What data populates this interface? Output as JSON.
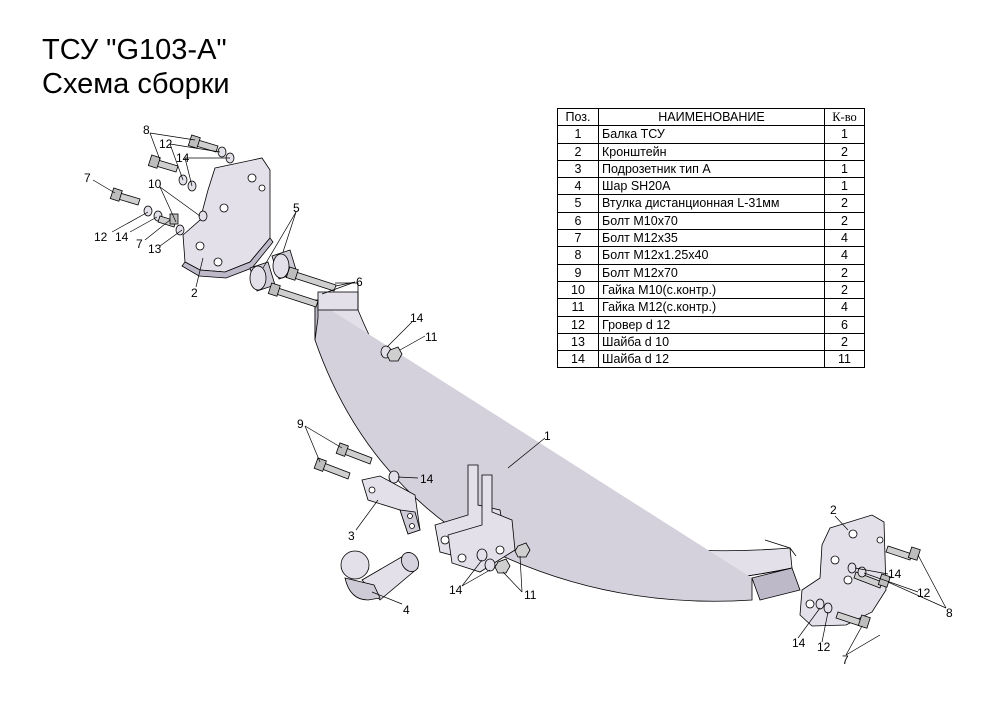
{
  "title": {
    "line1": "ТСУ \"G103-A\"",
    "line2": "Схема сборки"
  },
  "table": {
    "headers": {
      "pos": "Поз.",
      "name": "НАИМЕНОВАНИЕ",
      "qty": "К-во"
    },
    "rows": [
      {
        "pos": "1",
        "name": "Балка ТСУ",
        "qty": "1"
      },
      {
        "pos": "2",
        "name": "Кронштейн",
        "qty": "2"
      },
      {
        "pos": "3",
        "name": "Подрозетник тип А",
        "qty": "1"
      },
      {
        "pos": "4",
        "name": "Шар SH20A",
        "qty": "1"
      },
      {
        "pos": "5",
        "name": "Втулка дистанционная L-31мм",
        "qty": "2"
      },
      {
        "pos": "6",
        "name": "Болт М10х70",
        "qty": "2"
      },
      {
        "pos": "7",
        "name": "Болт М12х35",
        "qty": "4"
      },
      {
        "pos": "8",
        "name": "Болт М12х1.25х40",
        "qty": "4"
      },
      {
        "pos": "9",
        "name": "Болт М12х70",
        "qty": "2"
      },
      {
        "pos": "10",
        "name": "Гайка М10(с.контр.)",
        "qty": "2"
      },
      {
        "pos": "11",
        "name": "Гайка М12(с.контр.)",
        "qty": "4"
      },
      {
        "pos": "12",
        "name": "Гровер d 12",
        "qty": "6"
      },
      {
        "pos": "13",
        "name": "Шайба d 10",
        "qty": "2"
      },
      {
        "pos": "14",
        "name": "Шайба d 12",
        "qty": "11"
      }
    ]
  },
  "callouts": {
    "left_bracket": {
      "p8": "8",
      "p12": "12",
      "p14a": "14",
      "p7a": "7",
      "p10": "10",
      "p12b": "12",
      "p14b": "14",
      "p7b": "7",
      "p13": "13",
      "p2": "2"
    },
    "sleeves": {
      "p5": "5",
      "p6": "6"
    },
    "beam_nut": {
      "p14": "14",
      "p11": "11"
    },
    "beam": {
      "p1": "1"
    },
    "socket": {
      "p9": "9",
      "p14": "14",
      "p3": "3",
      "p4": "4"
    },
    "mount_plates": {
      "p14": "14",
      "p11": "11"
    },
    "right_bracket": {
      "p2": "2",
      "p14a": "14",
      "p12a": "12",
      "p8": "8",
      "p14b": "14",
      "p12b": "12",
      "p7": "7"
    }
  },
  "colors": {
    "metal": "#e3e0ea",
    "metal_dark": "#bdb9c8",
    "outline": "#000000",
    "bolt": "#cfcfcf"
  }
}
